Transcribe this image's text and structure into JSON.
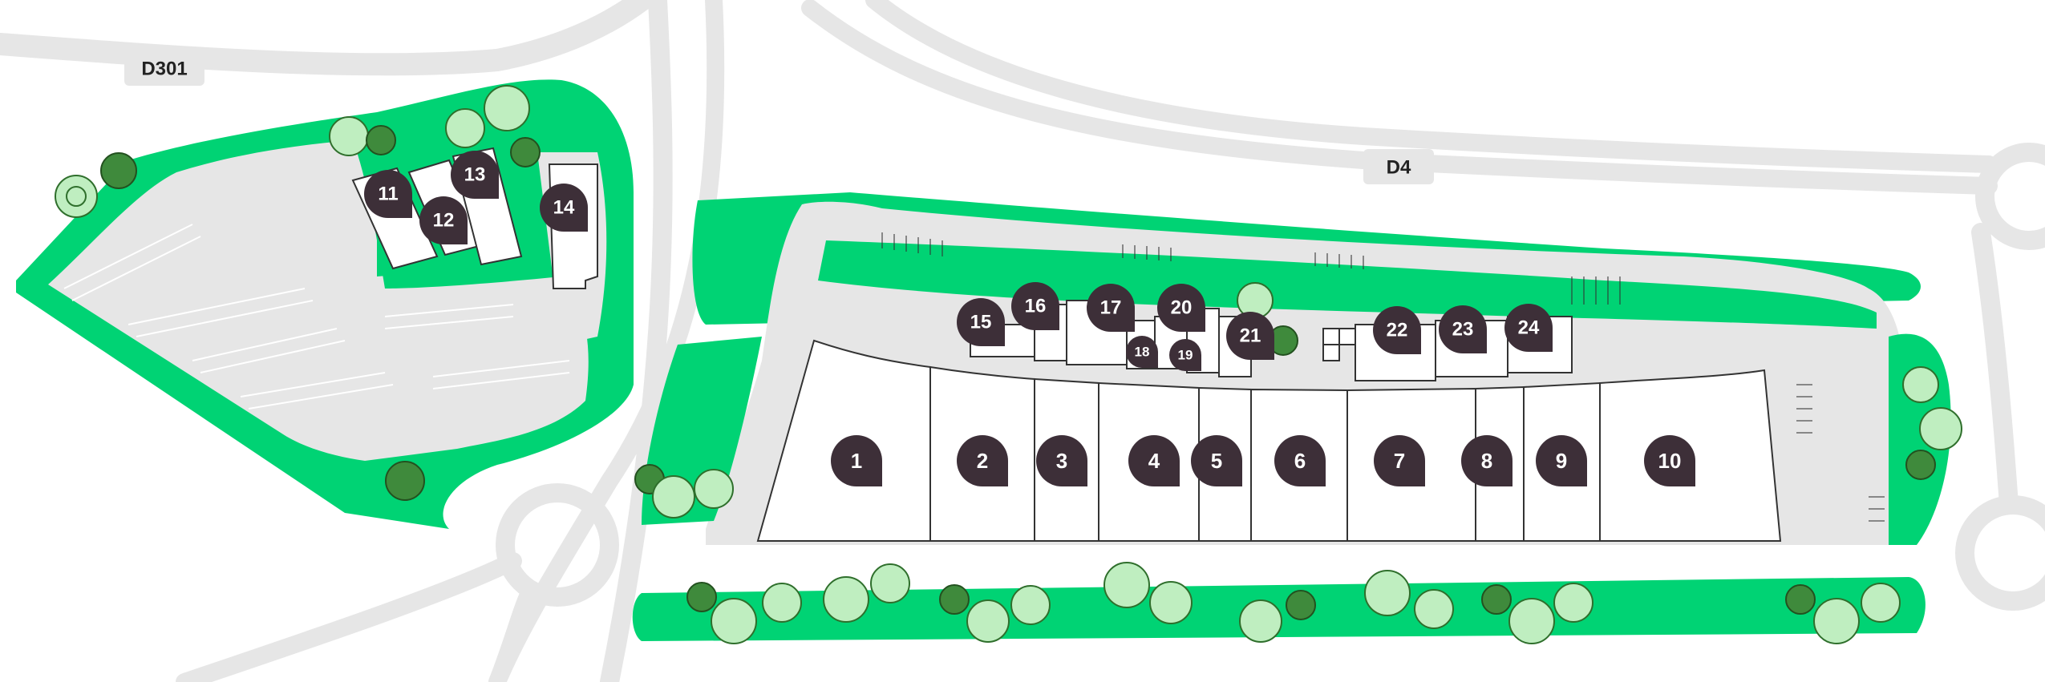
{
  "map": {
    "colors": {
      "background": "#ffffff",
      "road": "#e6e6e6",
      "green": "#00d374",
      "plot": "#ffffff",
      "plot_stroke": "#333333",
      "pin": "#3d2f38",
      "tree_dark": "#3f8a3c",
      "tree_light": "#bfeec0"
    },
    "roads": [
      {
        "id": "d301",
        "label": "D301"
      },
      {
        "id": "d4",
        "label": "D4"
      }
    ],
    "lots": [
      {
        "id": "1",
        "label": "1"
      },
      {
        "id": "2",
        "label": "2"
      },
      {
        "id": "3",
        "label": "3"
      },
      {
        "id": "4",
        "label": "4"
      },
      {
        "id": "5",
        "label": "5"
      },
      {
        "id": "6",
        "label": "6"
      },
      {
        "id": "7",
        "label": "7"
      },
      {
        "id": "8",
        "label": "8"
      },
      {
        "id": "9",
        "label": "9"
      },
      {
        "id": "10",
        "label": "10"
      },
      {
        "id": "11",
        "label": "11"
      },
      {
        "id": "12",
        "label": "12"
      },
      {
        "id": "13",
        "label": "13"
      },
      {
        "id": "14",
        "label": "14"
      },
      {
        "id": "15",
        "label": "15"
      },
      {
        "id": "16",
        "label": "16"
      },
      {
        "id": "17",
        "label": "17"
      },
      {
        "id": "18",
        "label": "18"
      },
      {
        "id": "19",
        "label": "19"
      },
      {
        "id": "20",
        "label": "20"
      },
      {
        "id": "21",
        "label": "21"
      },
      {
        "id": "22",
        "label": "22"
      },
      {
        "id": "23",
        "label": "23"
      },
      {
        "id": "24",
        "label": "24"
      }
    ]
  }
}
